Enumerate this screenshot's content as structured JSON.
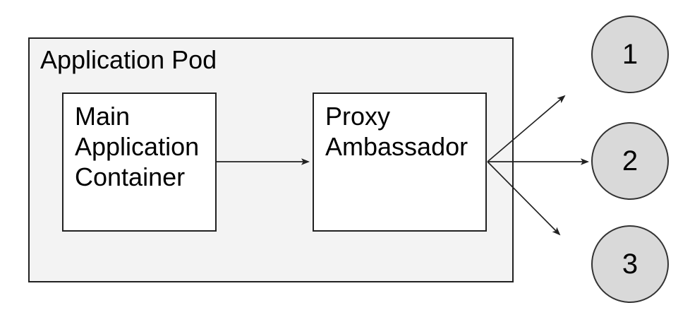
{
  "pod": {
    "label": "Application Pod"
  },
  "boxes": {
    "main": {
      "label": "Main\nApplication\nContainer"
    },
    "proxy": {
      "label": "Proxy\nAmbassador"
    }
  },
  "nodes": [
    {
      "label": "1"
    },
    {
      "label": "2"
    },
    {
      "label": "3"
    }
  ],
  "colors": {
    "background": "#ffffff",
    "pod_fill": "#f3f3f3",
    "box_fill": "#ffffff",
    "node_fill": "#d9d9d9",
    "stroke": "#212121",
    "node_stroke": "#333333",
    "text": "#000000"
  }
}
